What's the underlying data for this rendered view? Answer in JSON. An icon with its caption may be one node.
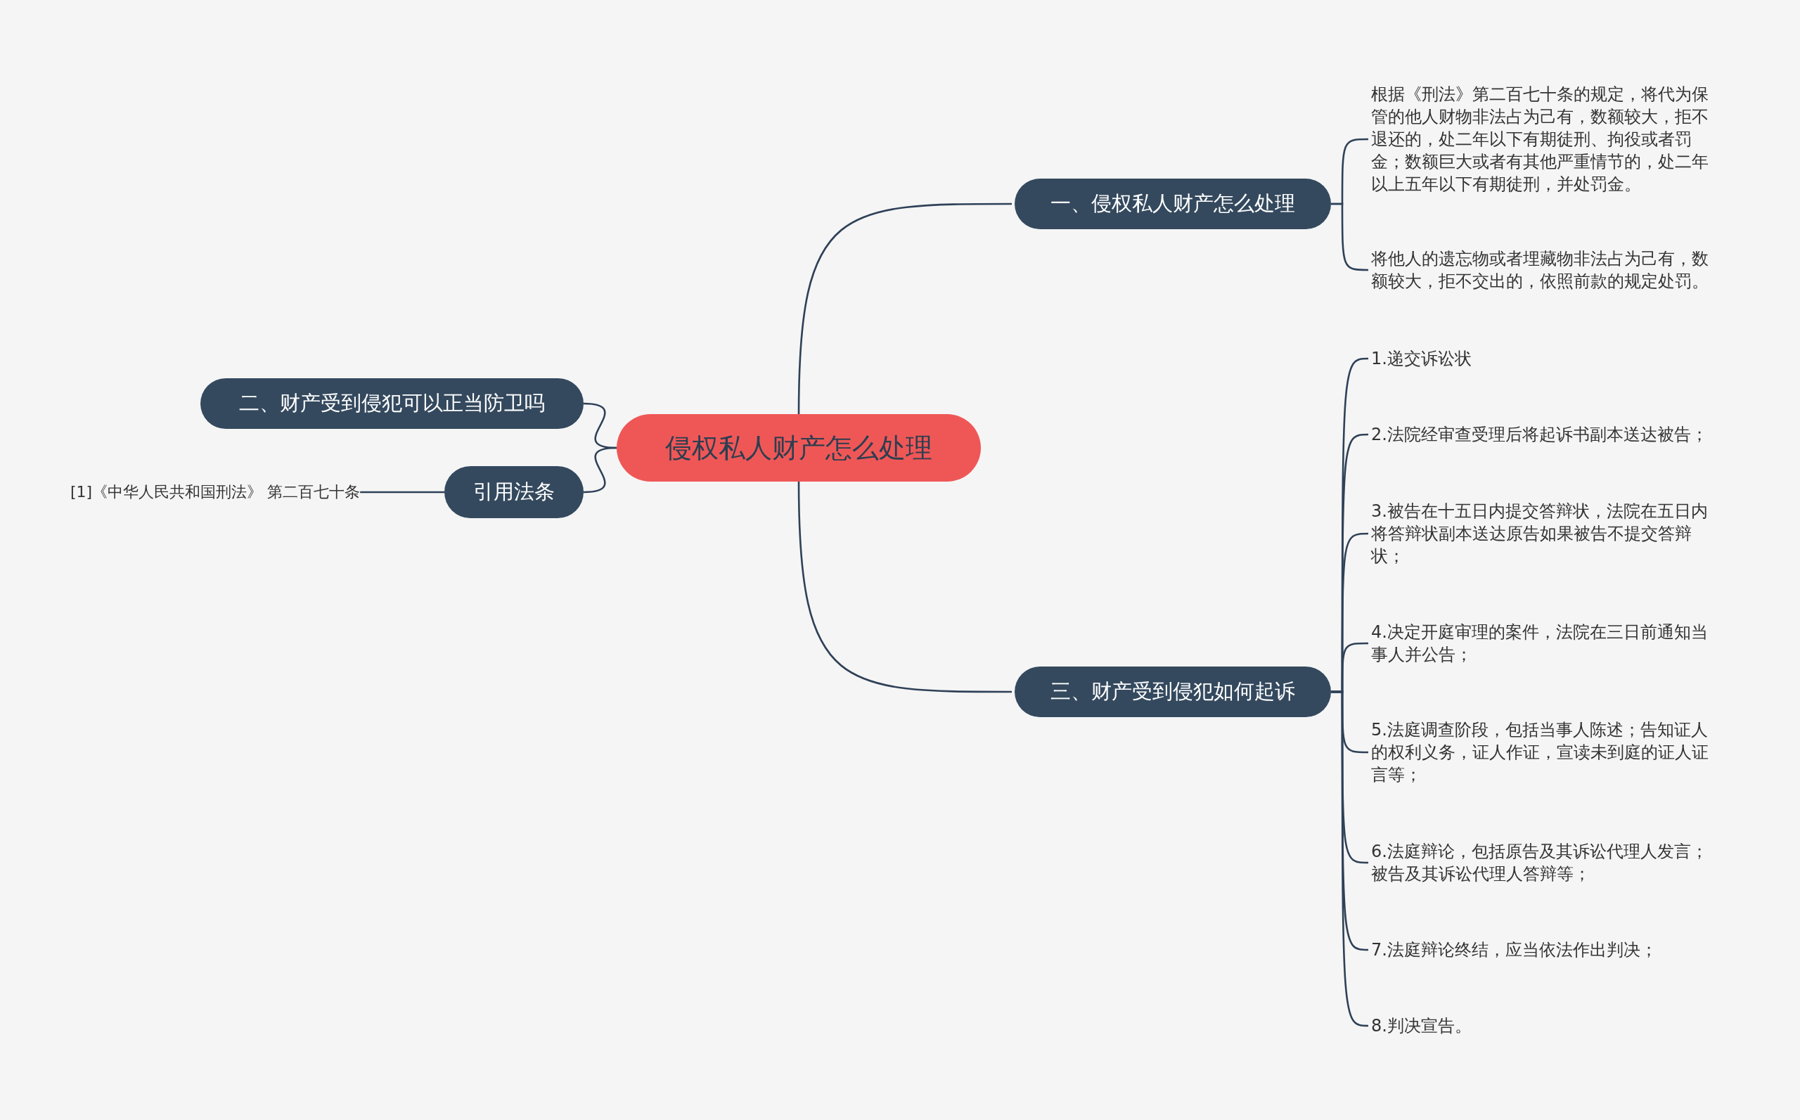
{
  "diagram": {
    "nodes": [
      {
        "text": [
          "侵权私人财产怎么处理"
        ]
      },
      {
        "text": [
          "一、侵权私人财产怎么处理"
        ]
      },
      {
        "text": [
          "根据《刑法》第二百七十条的规定，将代为保管的他人财物非法占为己有，数额较大，拒不退还的，处二年以下有期徒刑、拘役或者罚金；数额巨大或者有其他严重情节的，处二年以上五年以下有期徒刑，并处罚金。"
        ]
      },
      {
        "text": [
          "将他人的遗忘物或者埋藏物非法占为己有，数额较大，拒不交出的，依照前款的规定处罚。"
        ]
      },
      {
        "text": [
          "二、财产受到侵犯可以正当防卫吗"
        ]
      },
      {
        "text": [
          "引用法条"
        ]
      },
      {
        "text": [
          "[1]《中华人民共和国刑法》 第二百七十条"
        ]
      },
      {
        "text": [
          "三、财产受到侵犯如何起诉"
        ]
      },
      {
        "text": [
          "1.递交诉讼状"
        ]
      },
      {
        "text": [
          "2.法院经审查受理后将起诉书副本送达被告；"
        ]
      },
      {
        "text": [
          "3.被告在十五日内提交答辩状，法院在五日内将答辩状副本送达原告如果被告不提交答辩状；"
        ]
      },
      {
        "text": [
          "4.决定开庭审理的案件，法院在三日前通知当事人并公告；"
        ]
      },
      {
        "text": [
          "5.法庭调查阶段，包括当事人陈述；告知证人的权利义务，证人作证，宣读未到庭的证人证言等；"
        ]
      },
      {
        "text": [
          "6.法庭辩论，包括原告及其诉讼代理人发言；被告及其诉讼代理人答辩等；"
        ]
      },
      {
        "text": [
          "7.法庭辩论终结，应当依法作出判决；"
        ]
      },
      {
        "text": [
          "8.判决宣告。"
        ]
      }
    ],
    "edges": [
      {
        "from": 0,
        "to": 1,
        "arrow": "none"
      },
      {
        "from": 1,
        "to": 2,
        "arrow": "none"
      },
      {
        "from": 1,
        "to": 3,
        "arrow": "none"
      },
      {
        "from": 0,
        "to": 4,
        "arrow": "none"
      },
      {
        "from": 0,
        "to": 5,
        "arrow": "none"
      },
      {
        "from": 5,
        "to": 6,
        "arrow": "none"
      },
      {
        "from": 0,
        "to": 7,
        "arrow": "none"
      },
      {
        "from": 7,
        "to": 8,
        "arrow": "none"
      },
      {
        "from": 7,
        "to": 9,
        "arrow": "none"
      },
      {
        "from": 7,
        "to": 10,
        "arrow": "none"
      },
      {
        "from": 7,
        "to": 11,
        "arrow": "none"
      },
      {
        "from": 7,
        "to": 12,
        "arrow": "none"
      },
      {
        "from": 7,
        "to": 13,
        "arrow": "none"
      },
      {
        "from": 7,
        "to": 14,
        "arrow": "none"
      },
      {
        "from": 7,
        "to": 15,
        "arrow": "none"
      }
    ]
  }
}
